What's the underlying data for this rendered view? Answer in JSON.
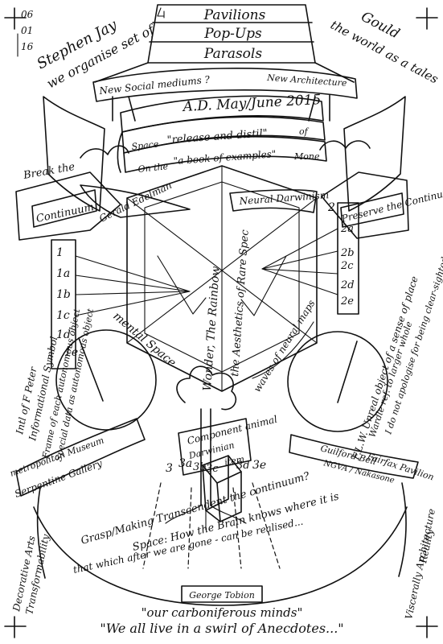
{
  "date": {
    "day": "06",
    "month": "01",
    "year": "16"
  },
  "corner": {
    "left": "Stephen Jay",
    "right": "Gould"
  },
  "top": {
    "left_phrase": "we organise set of",
    "right_phrase": "the world as a tales",
    "stairs": [
      "Pavilions",
      "Pop-Ups",
      "Parasols"
    ],
    "banner_left": "New Social mediums ?",
    "banner_right": "New Architecture"
  },
  "curtain": {
    "issue": "A.D. May/June 2015",
    "space_line": {
      "a": "Space",
      "b": "\"release and distil\"",
      "c": "of"
    },
    "book_line": {
      "a": "On the",
      "b": "\"a book of examples\"",
      "c": "Mone"
    }
  },
  "hexagon": {
    "left_label": "Gerald Edelman",
    "right_label": "Neural Darwinism",
    "center_top": "Wonder, The Rainbow",
    "center_bottom": "the Aesthetics of Rare Spec",
    "mental": "mental Space",
    "waves": "waves of neural maps"
  },
  "left_flag": {
    "top": "Break the",
    "label": "Continuum"
  },
  "right_flag": {
    "label": "Preserve the Continuum"
  },
  "left_list": [
    "1",
    "1a",
    "1b",
    "1c",
    "1d",
    "1e"
  ],
  "right_list": [
    "2",
    "2a",
    "2b",
    "2c",
    "2d",
    "2e"
  ],
  "left_margin": [
    "Intl of F Peter",
    "Informational Symbol",
    "Frame of each autonomous object",
    "Special data as autonomous object"
  ],
  "right_margin": [
    "F.L.W. Unreal object of a sense of place",
    "Wardle ref. to larger whole",
    "I do not apologise for being clear-sighted"
  ],
  "lower_left": {
    "line1": "metropolitan Museum",
    "line2": "Serpentine Gallery"
  },
  "lower_right": {
    "line1": "Guilford Bell",
    "line2": "Fairfax Pavilion",
    "line3": "NGVA / Nakasone"
  },
  "lower_center": {
    "tag1": "Component animal",
    "tag2": "Darwinian",
    "tag3": "item",
    "nums": [
      "3",
      "3a",
      "3b",
      "3c",
      "3d",
      "3e"
    ]
  },
  "cube_text": [
    "Grasp/Making Transcendent the continuum?",
    "Space: How the Brain knows where it is",
    "that which after we are gone - can be realised..."
  ],
  "base": {
    "plaque": "George Tobion",
    "quote1": "\"our carboniferous minds\"",
    "quote2": "\"We all live in a swirl of Anecdotes...\""
  },
  "bottom_left_margin": [
    "Decorative Arts",
    "Transformability"
  ],
  "bottom_right_margin": [
    "Viscerally Architecture",
    "Reality"
  ]
}
